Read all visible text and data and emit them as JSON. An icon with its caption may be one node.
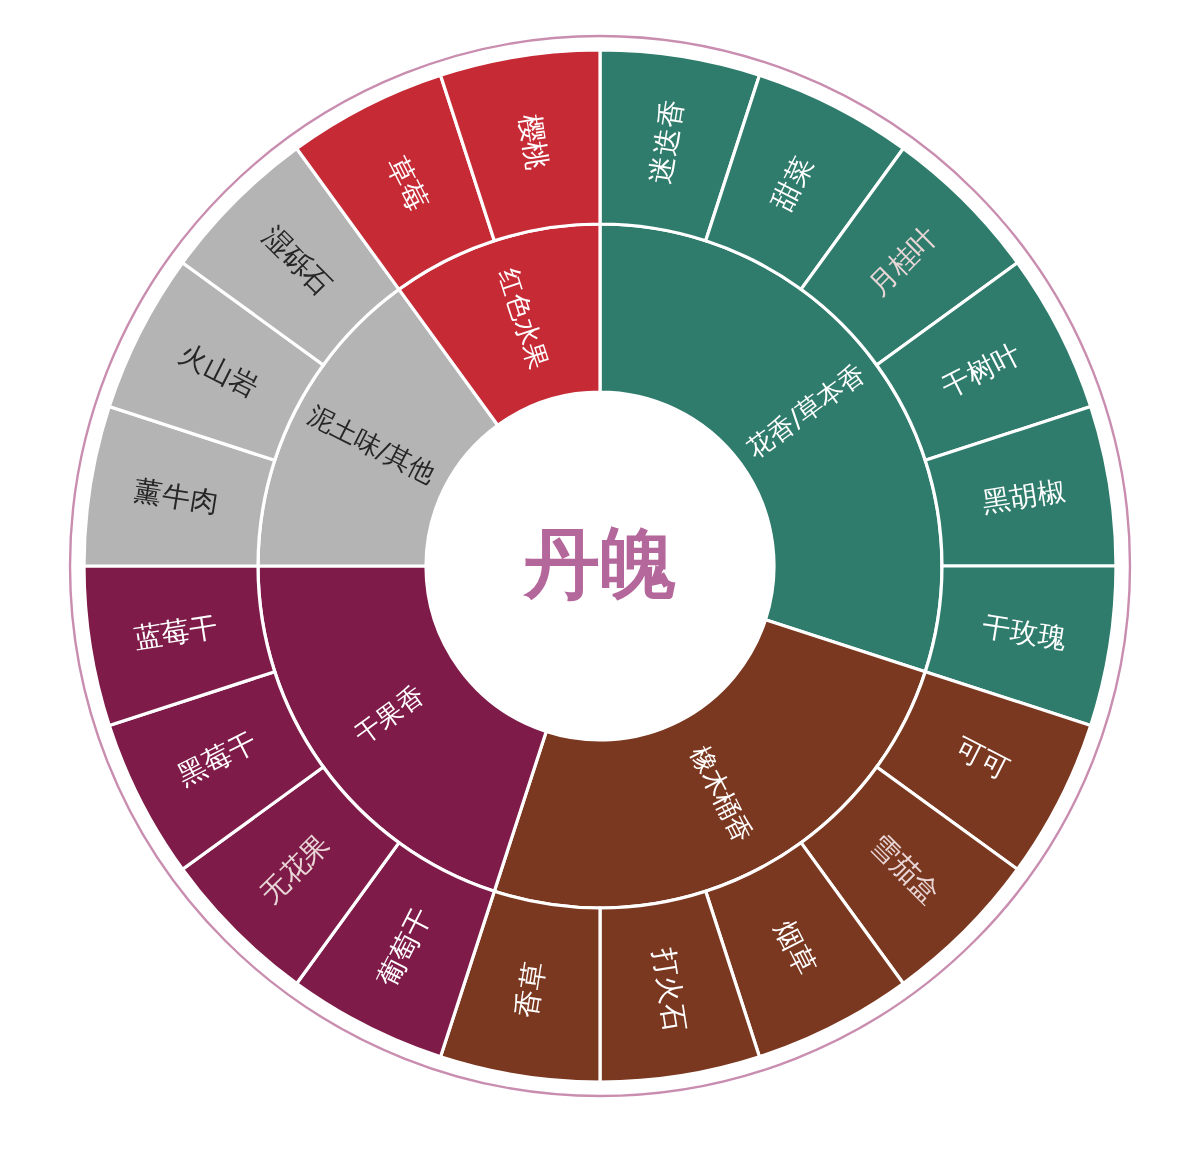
{
  "diagram": {
    "nodes": [
      {
        "text": [
          "丹魄"
        ]
      },
      {
        "text": [
          "花香/草本香"
        ]
      },
      {
        "text": [
          "橡木桶香"
        ]
      },
      {
        "text": [
          "干果香"
        ]
      },
      {
        "text": [
          "泥土味/其他"
        ]
      },
      {
        "text": [
          "红色水果"
        ]
      },
      {
        "text": [
          "迷迭香"
        ]
      },
      {
        "text": [
          "甜菜"
        ]
      },
      {
        "text": [
          "月桂叶"
        ]
      },
      {
        "text": [
          "干树叶"
        ]
      },
      {
        "text": [
          "黑胡椒"
        ]
      },
      {
        "text": [
          "干玫瑰"
        ]
      },
      {
        "text": [
          "可可"
        ]
      },
      {
        "text": [
          "雪茄盒"
        ]
      },
      {
        "text": [
          "烟草"
        ]
      },
      {
        "text": [
          "打火石"
        ]
      },
      {
        "text": [
          "香草"
        ]
      },
      {
        "text": [
          "葡萄干"
        ]
      },
      {
        "text": [
          "无花果"
        ]
      },
      {
        "text": [
          "黑莓干"
        ]
      },
      {
        "text": [
          "蓝莓干"
        ]
      },
      {
        "text": [
          "薰牛肉"
        ]
      },
      {
        "text": [
          "火山岩"
        ]
      },
      {
        "text": [
          "湿砾石"
        ]
      },
      {
        "text": [
          "草莓"
        ]
      },
      {
        "text": [
          "樱桃"
        ]
      }
    ]
  }
}
